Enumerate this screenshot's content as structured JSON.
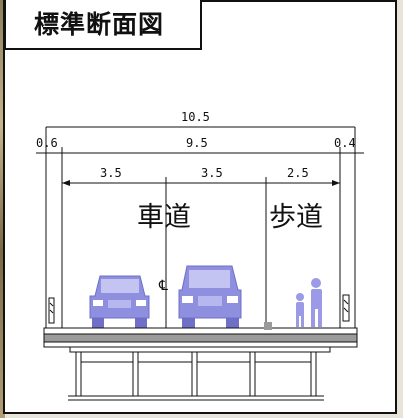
{
  "title": "標準断面図",
  "dimensions": {
    "total": "10.5",
    "left_edge": "0.6",
    "inner": "9.5",
    "right_edge": "0.4",
    "lane1": "3.5",
    "lane2": "3.5",
    "sidewalk": "2.5"
  },
  "labels": {
    "carriageway": "車道",
    "sidewalk": "歩道",
    "centerline": "℄"
  },
  "colors": {
    "vehicle": "#8f8fe0",
    "vehicle_dark": "#6f6fc8",
    "pedestrian": "#9a9ae6",
    "line": "#111111",
    "deck": "#9b9b9b"
  }
}
